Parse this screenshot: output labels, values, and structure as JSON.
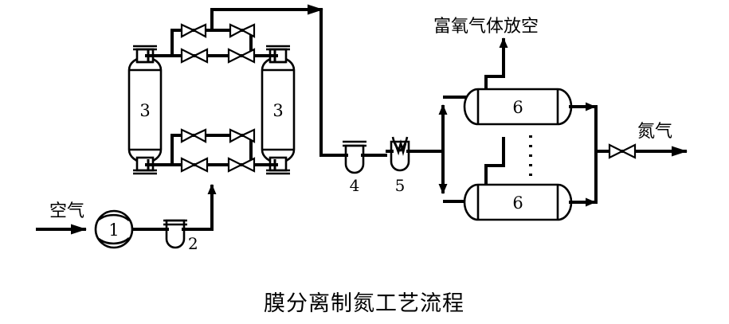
{
  "diagram": {
    "title": "膜分离制氮工艺流程",
    "title_en_meaning": "membrane-nitrogen-process-flow",
    "background_color": "#ffffff",
    "line_color": "#000000"
  },
  "labels": {
    "air_inlet": "空气",
    "oxygen_vent": "富氧气体放空",
    "nitrogen_outlet": "氮气"
  },
  "equipment": [
    {
      "tag": "1",
      "name": "air-compressor",
      "shape": "circle"
    },
    {
      "tag": "2",
      "name": "inlet-filter",
      "shape": "u-vessel"
    },
    {
      "tag": "3",
      "name": "adsorber-left",
      "shape": "vertical-vessel"
    },
    {
      "tag": "3",
      "name": "adsorber-right",
      "shape": "vertical-vessel"
    },
    {
      "tag": "4",
      "name": "fine-filter",
      "shape": "u-vessel"
    },
    {
      "tag": "5",
      "name": "heater",
      "shape": "u-vessel-coil"
    },
    {
      "tag": "6",
      "name": "membrane-module-upper",
      "shape": "horizontal-cylinder"
    },
    {
      "tag": "6",
      "name": "membrane-module-lower",
      "shape": "horizontal-cylinder"
    }
  ],
  "tags": {
    "compressor": "1",
    "filter_2": "2",
    "adsorber_left": "3",
    "adsorber_right": "3",
    "filter_4": "4",
    "heater_5": "5",
    "membrane_upper": "6",
    "membrane_lower": "6"
  },
  "valves": {
    "count_top_manifold": 4,
    "count_bottom_manifold": 4,
    "count_nitrogen_line": 1,
    "symbol": "bowtie-gate-valve"
  },
  "flow_arrows": {
    "air_in": "right",
    "adsorber_feed": "up",
    "top_outlet": "right",
    "membrane_header": "up-and-down",
    "oxygen_vent": "up",
    "nitrogen_out": "right"
  }
}
